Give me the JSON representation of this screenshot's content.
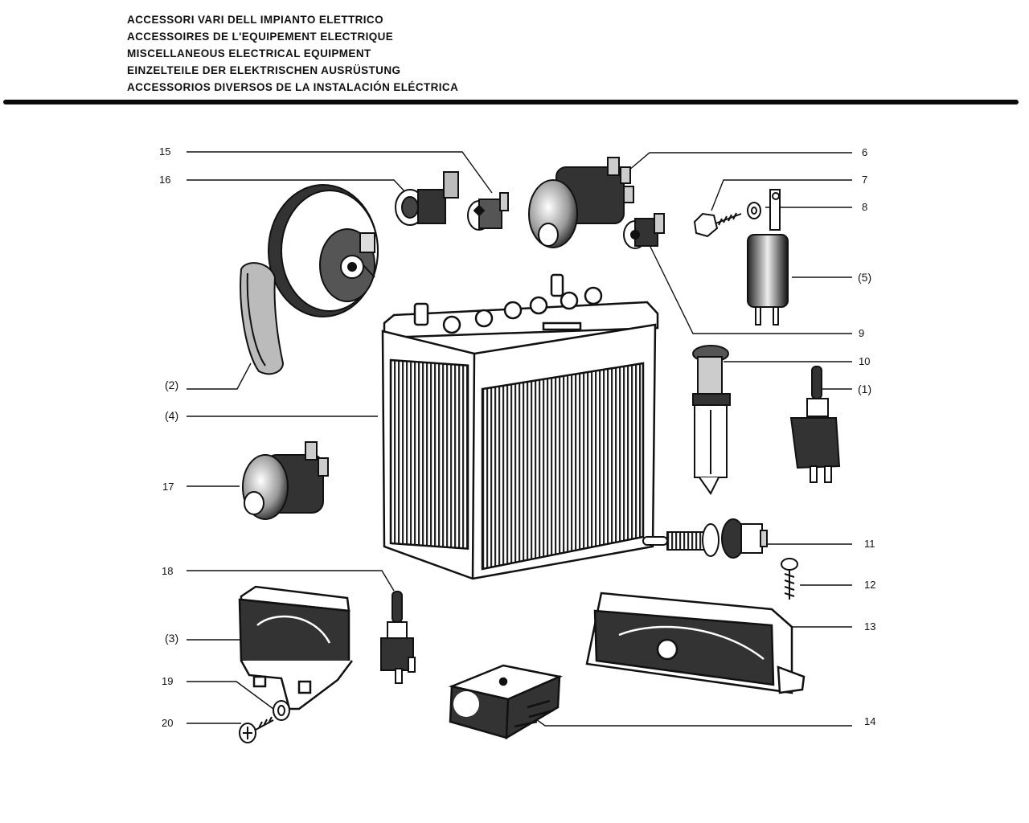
{
  "header": {
    "title_it": "ACCESSORI VARI DELL IMPIANTO ELETTRICO",
    "title_fr": "ACCESSOIRES DE L'EQUIPEMENT ELECTRIQUE",
    "title_en": "MISCELLANEOUS ELECTRICAL EQUIPMENT",
    "title_de": "EINZELTEILE DER ELEKTRISCHEN AUSRÜSTUNG",
    "title_es": "ACCESSORIOS DIVERSOS DE LA INSTALACIÓN ELÉCTRICA"
  },
  "callouts": {
    "c15": "15",
    "c16": "16",
    "c6": "6",
    "c7": "7",
    "c8": "8",
    "c5": "(5)",
    "c9": "9",
    "c10": "10",
    "c1": "(1)",
    "c2": "(2)",
    "c4": "(4)",
    "c17": "17",
    "c11": "11",
    "c12": "12",
    "c18": "18",
    "c13": "13",
    "c3": "(3)",
    "c19": "19",
    "c20": "20",
    "c14": "14"
  }
}
